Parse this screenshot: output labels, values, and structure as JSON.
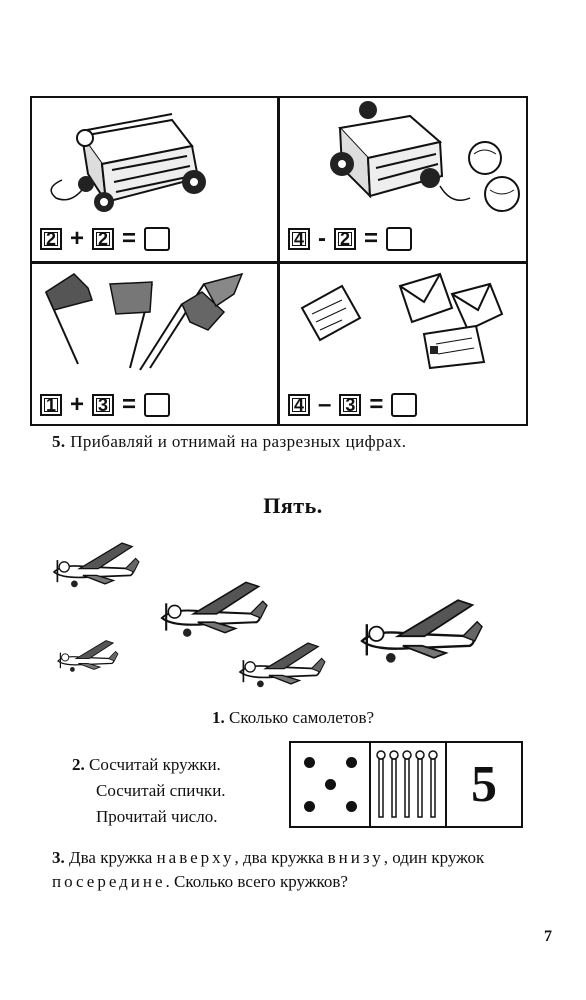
{
  "grid": {
    "cells": [
      {
        "picture": "toy-cart",
        "a": "2",
        "op": "+",
        "b": "2",
        "eq": "="
      },
      {
        "picture": "toy-cart-with-balls",
        "a": "4",
        "op": "-",
        "b": "2",
        "eq": "="
      },
      {
        "picture": "flags",
        "a": "1",
        "op": "+",
        "b": "3",
        "eq": "="
      },
      {
        "picture": "envelopes-letters",
        "a": "4",
        "op": "–",
        "b": "3",
        "eq": "="
      }
    ]
  },
  "task5": {
    "number": "5.",
    "text": " Прибавляй и отнимай на разрезных цифрах."
  },
  "heading": "Пять.",
  "planes": {
    "icon": "airplane-icon",
    "count": 5
  },
  "q1": {
    "number": "1.",
    "text": " Сколько самолетов?"
  },
  "q2": {
    "number": "2.",
    "line1": " Сосчитай кружки.",
    "line2": "Сосчитай спички.",
    "line3": "Прочитай число."
  },
  "domino": {
    "dots": 5,
    "matches": 5,
    "digit": "5"
  },
  "q3": {
    "number": "3.",
    "t1": " Два кружка ",
    "s1": "наверху",
    "t2": ", два кружка ",
    "s2": "внизу",
    "t3": ", один кружок ",
    "s3": "посередине",
    "t4": ". Сколько всего кружков?"
  },
  "page_number": "7"
}
